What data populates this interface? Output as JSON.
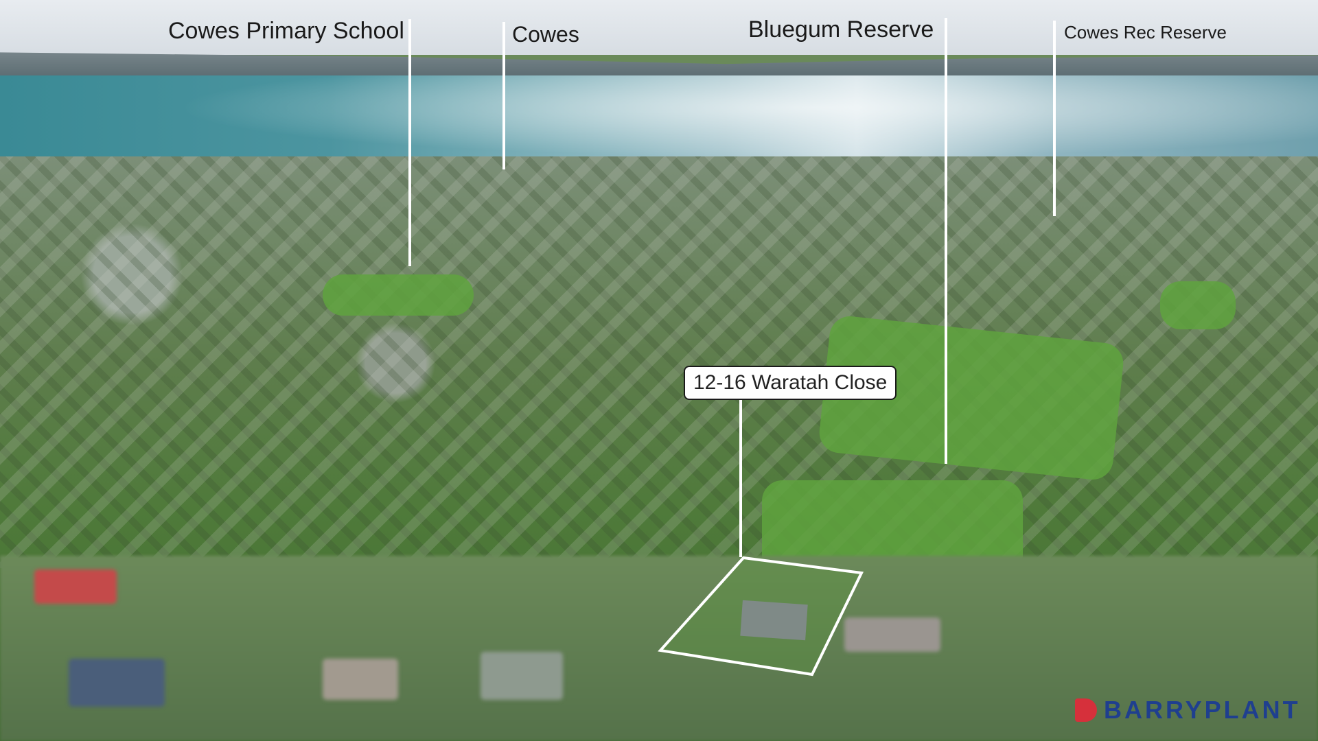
{
  "scene": {
    "kind": "aerial-real-estate-photo",
    "colors": {
      "sea": "#4c95a0",
      "vegetation": "#4f7a3a",
      "field": "#5fa33e",
      "annotation": "#ffffff",
      "logo_red": "#d6303b",
      "logo_blue": "#1f3f8f"
    }
  },
  "labels": {
    "school": "Cowes Primary School",
    "town": "Cowes",
    "reserve": "Bluegum Reserve",
    "rec_reserve": "Cowes Rec Reserve"
  },
  "property": {
    "address": "12-16 Waratah Close"
  },
  "branding": {
    "logo_text": "BARRYPLANT"
  }
}
